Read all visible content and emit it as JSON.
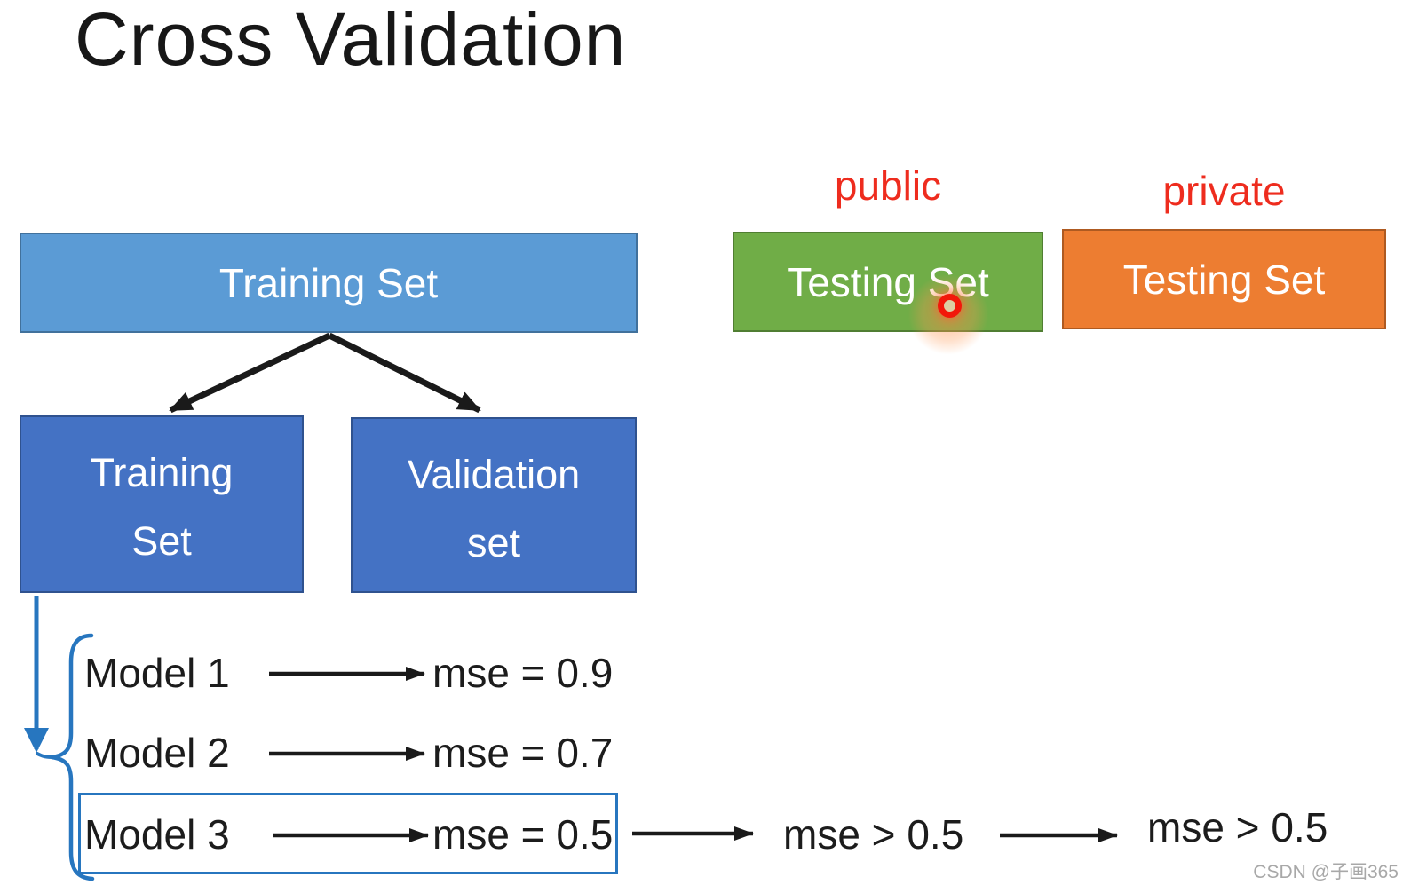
{
  "title": "Cross Validation",
  "top_labels": {
    "public": "public",
    "private": "private"
  },
  "boxes": {
    "training_full": "Training Set",
    "testing_public": "Testing Set",
    "testing_private": "Testing Set",
    "training_sub": {
      "line1": "Training",
      "line2": "Set"
    },
    "validation": {
      "line1": "Validation",
      "line2": "set"
    }
  },
  "models": [
    {
      "label": "Model 1",
      "result": "mse = 0.9",
      "selected": false
    },
    {
      "label": "Model 2",
      "result": "mse = 0.7",
      "selected": false
    },
    {
      "label": "Model 3",
      "result": "mse = 0.5",
      "selected": true
    }
  ],
  "outcome": {
    "public_result": "mse > 0.5",
    "private_result": "mse > 0.5"
  },
  "watermark": "CSDN @子画365",
  "colors": {
    "training_full_fill": "#5b9bd5",
    "training_full_border": "#41719c",
    "sub_box_fill": "#4472c4",
    "sub_box_border": "#2f528f",
    "testing_public_fill": "#70ad47",
    "testing_public_border": "#507e32",
    "testing_private_fill": "#ed7d31",
    "testing_private_border": "#ae5a21",
    "red_label": "#ee2c1e",
    "blue_accent": "#2776bf",
    "arrow_black": "#1a1a1a",
    "laser_red": "#f2170a",
    "watermark_gray": "#a8a8a8"
  }
}
